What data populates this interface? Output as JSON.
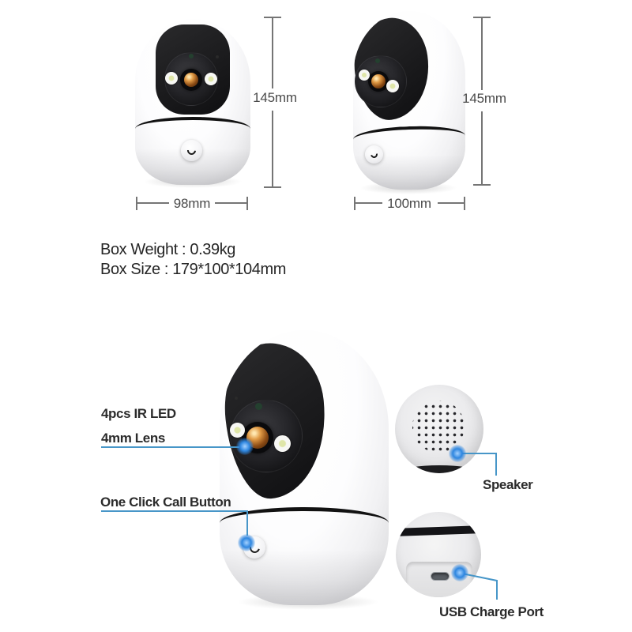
{
  "colors": {
    "callout_line": "#4796c8",
    "glow_dot": "#2e86e0",
    "label_text": "#2b2b2b",
    "dimension_text": "#4a4a4a",
    "dimension_line": "#757575",
    "camera_face": "#1d1d1f",
    "background": "#ffffff"
  },
  "top_section": {
    "front_view": {
      "height_label": "145mm",
      "width_label": "98mm"
    },
    "side_view": {
      "height_label": "145mm",
      "width_label": "100mm"
    }
  },
  "box_info": {
    "weight_line": "Box Weight : 0.39kg",
    "size_line": "Box Size : 179*100*104mm"
  },
  "features": {
    "ir_led": "4pcs IR LED",
    "lens": "4mm Lens",
    "call_button": "One Click Call Button",
    "speaker": "Speaker",
    "usb": "USB Charge Port"
  },
  "icons": {
    "call_button_icon": "phone-handset",
    "glow_dot_icon": "blue-glow-marker"
  }
}
